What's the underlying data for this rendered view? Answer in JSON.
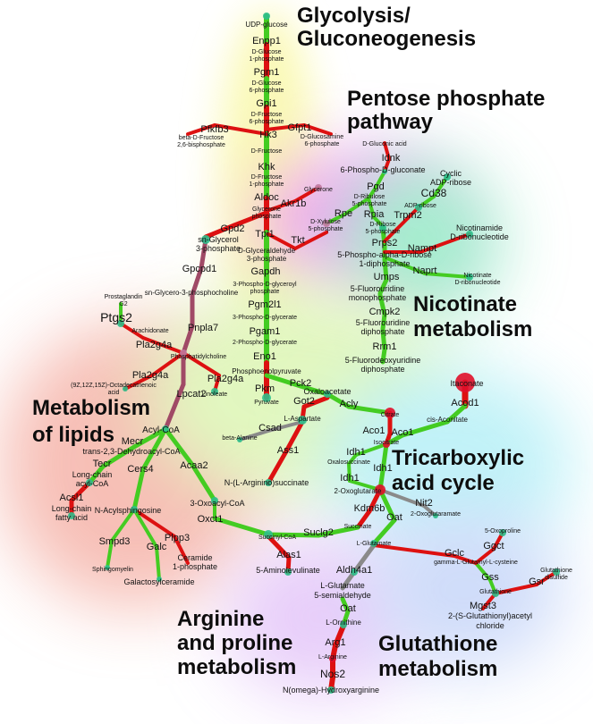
{
  "regions": {
    "glycolysis": "Glycolysis/\nGluconeogenesis",
    "pentose": "Pentose phosphate\npathway",
    "nicotinate": "Nicotinate\nmetabolism",
    "lipids": "Metabolism\nof lipids",
    "tca": "Tricarboxylic\nacid cycle",
    "arginine": "Arginine\nand proline\nmetabolism",
    "glutathione": "Glutathione\nmetabolism"
  },
  "colors": {
    "up": "#dd1111",
    "down": "#44cc22",
    "neutral": "#8a8a8a",
    "lipid_edge": "#a04a66",
    "metabolite_node": "#2fbf8c",
    "hub_node": "#e0102a",
    "glycerone_node": "#c07aa0"
  },
  "labels": {
    "udp_glucose": "UDP-glucose",
    "enpp1": "Enpp1",
    "d_glucose_1p": "D-Glucose\n1-phosphate",
    "pgm1": "Pgm1",
    "d_glucose_6p": "D-Glucose\n6-phosphate",
    "gpi1": "Gpi1",
    "d_fructose_6p": "D-Fructose\n6-phosphate",
    "pfkfb3": "Pfkfb3",
    "beta_d_fructose": "beta-D-Fructose\n2,6-bisphosphate",
    "hk3": "Hk3",
    "gfpt1": "Gfpt1",
    "d_glucosamine": "D-Glucosamine\n6-phosphate",
    "d_fructose": "D-Fructose",
    "khk": "Khk",
    "d_fructose_1p": "D-Fructose\n1-phosphate",
    "aldoc": "Aldoc",
    "glycerone_p": "Glycerone\nphosphate",
    "glycerone": "Glycerone",
    "akr1b": "Akr1b",
    "gpd2": "Gpd2",
    "sn_glycerol_3p": "sn-Glycerol\n3-phosphate",
    "tpi1": "Tpi1",
    "tkt": "Tkt",
    "d_glyceraldehyde_3p": "D-Glyceraldehyde\n3-phosphate",
    "gapdh": "Gapdh",
    "bpg": "3-Phospho-D-glyceroyl\nphosphate",
    "pgm2l1": "Pgm2l1",
    "pg3": "3-Phospho-D-glycerate",
    "pgam1": "Pgam1",
    "pg2": "2-Phospho-D-glycerate",
    "eno1": "Eno1",
    "pep": "Phosphoenolpyruvate",
    "pkm": "Pkm",
    "pyruvate": "Pyruvate",
    "pck2": "Pck2",
    "oxaloacetate": "Oxaloacetate",
    "got2": "Got2",
    "acly": "Acly",
    "d_gluconic_acid": "D-Gluconic acid",
    "idnk": "Idnk",
    "phospho_gluconate": "6-Phospho-D-gluconate",
    "pgd": "Pgd",
    "d_ribulose_5p": "D-Ribulose\n5-phosphate",
    "rpe": "Rpe",
    "d_xylulose": "D-Xylulose\n5-phosphate",
    "rpia": "Rpia",
    "d_ribose_5p": "D-Ribose\n5-phosphate",
    "prps2": "Prps2",
    "prpp": "5-Phospho-alpha-D-ribose\n1-diphosphate",
    "umps": "Umps",
    "fu_mono": "5-Fluorouridine\nmonophosphate",
    "cmpk2": "Cmpk2",
    "fu_di": "5-Fluorouridine\ndiphosphate",
    "rrm1": "Rrm1",
    "fdu_di": "5-Fluorodeoxyuridine\ndiphosphate",
    "cyclic_adpr": "Cyclic\nADP-ribose",
    "cd38": "Cd38",
    "adp_ribose": "ADP-ribose",
    "trpm2": "Trpm2",
    "nicotinamide_nr": "Nicotinamide\nD-ribonucleotide",
    "nampt": "Nampt",
    "naprt": "Naprt",
    "nicotinate_nr": "Nicotinate\nD-ribonucleotide",
    "gpcpd1": "Gpcpd1",
    "sn_glycero_pc": "sn-Glycero-3-phosphocholine",
    "prostaglandin": "Prostaglandin\nG2",
    "ptgs2": "Ptgs2",
    "arachidonate": "Arachidonate",
    "pnpla7": "Pnpla7",
    "pla2g4a_1": "Pla2g4a",
    "phosphatidylcholine": "Phosphatidylcholine",
    "pla2g4a_2": "Pla2g4a",
    "pla2g4a_3": "Pla2g4a",
    "octadecatrienoic": "(9Z,12Z,15Z)-Octadecatrienoic\nacid",
    "linoleate": "Linoleate",
    "lpcat2": "Lpcat2",
    "acyl_coa": "Acyl-CoA",
    "mecr": "Mecr",
    "trans_dehydro": "trans-2,3-Dehydroacyl-CoA",
    "tecr": "Tecr",
    "long_chain_acyl_coa": "Long-chain\nacyl-CoA",
    "cers4": "Cers4",
    "acaa2": "Acaa2",
    "acsl1": "Acsl1",
    "long_chain_fa": "Long-chain\nfatty acid",
    "n_acylsphingosine": "N-Acylsphingosine",
    "oxoacyl_coa": "3-Oxoacyl-CoA",
    "smpd3": "Smpd3",
    "plpp3": "Plpp3",
    "galc": "Galc",
    "sphingomyelin": "Sphingomyelin",
    "ceramide_1p": "Ceramide\n1-phosphate",
    "galactosylceramide": "Galactosylceramide",
    "l_aspartate": "L-Aspartate",
    "beta_alanine": "beta-Alanine",
    "csad": "Csad",
    "ass1": "Ass1",
    "argininosuccinate": "N-(L-Arginino)succinate",
    "oxct1": "Oxct1",
    "succinyl_coa": "Succinyl-CoA",
    "suclg2": "Suclg2",
    "succinate": "Succinate",
    "alas1": "Alas1",
    "aminolevulinate": "5-Aminolevulinate",
    "itaconate": "Itaconate",
    "acod1": "Acod1",
    "citrate": "Citrate",
    "aco1_a": "Aco1",
    "cis_aconitate": "cis-Aconitate",
    "aco1_b": "Aco1",
    "isocitrate": "Isocitrate",
    "idh1_a": "Idh1",
    "oxalosuccinate": "Oxalosuccinate",
    "idh1_b": "Idh1",
    "idh1_c": "Idh1",
    "oxoglutarate": "2-Oxoglutarate",
    "kdm6b": "Kdm6b",
    "oat_a": "Oat",
    "nit2": "Nit2",
    "oxoglutaramate": "2-Oxoglutaramate",
    "l_glutamate": "L-Glutamate",
    "aldh4a1": "Aldh4a1",
    "l_glu_semialdehyde": "L-Glutamate\n5-semialdehyde",
    "oat_b": "Oat",
    "l_ornithine": "L-Ornithine",
    "arg1": "Arg1",
    "l_arginine": "L-Arginine",
    "nos2": "Nos2",
    "hydroxyarginine": "N(omega)-Hydroxyarginine",
    "oxoproline": "5-Oxoproline",
    "ggct": "Ggct",
    "gclc": "Gclc",
    "gamma_glu_cys": "gamma-L-Glutamyl-L-cysteine",
    "gss": "Gss",
    "glutathione": "Glutathione",
    "glutathione_disulfide": "Glutathione\ndisulfide",
    "gsr": "Gsr",
    "mgst3": "Mgst3",
    "glutathionyl_acetyl": "2-(S-Glutathionyl)acetyl\nchloride"
  }
}
